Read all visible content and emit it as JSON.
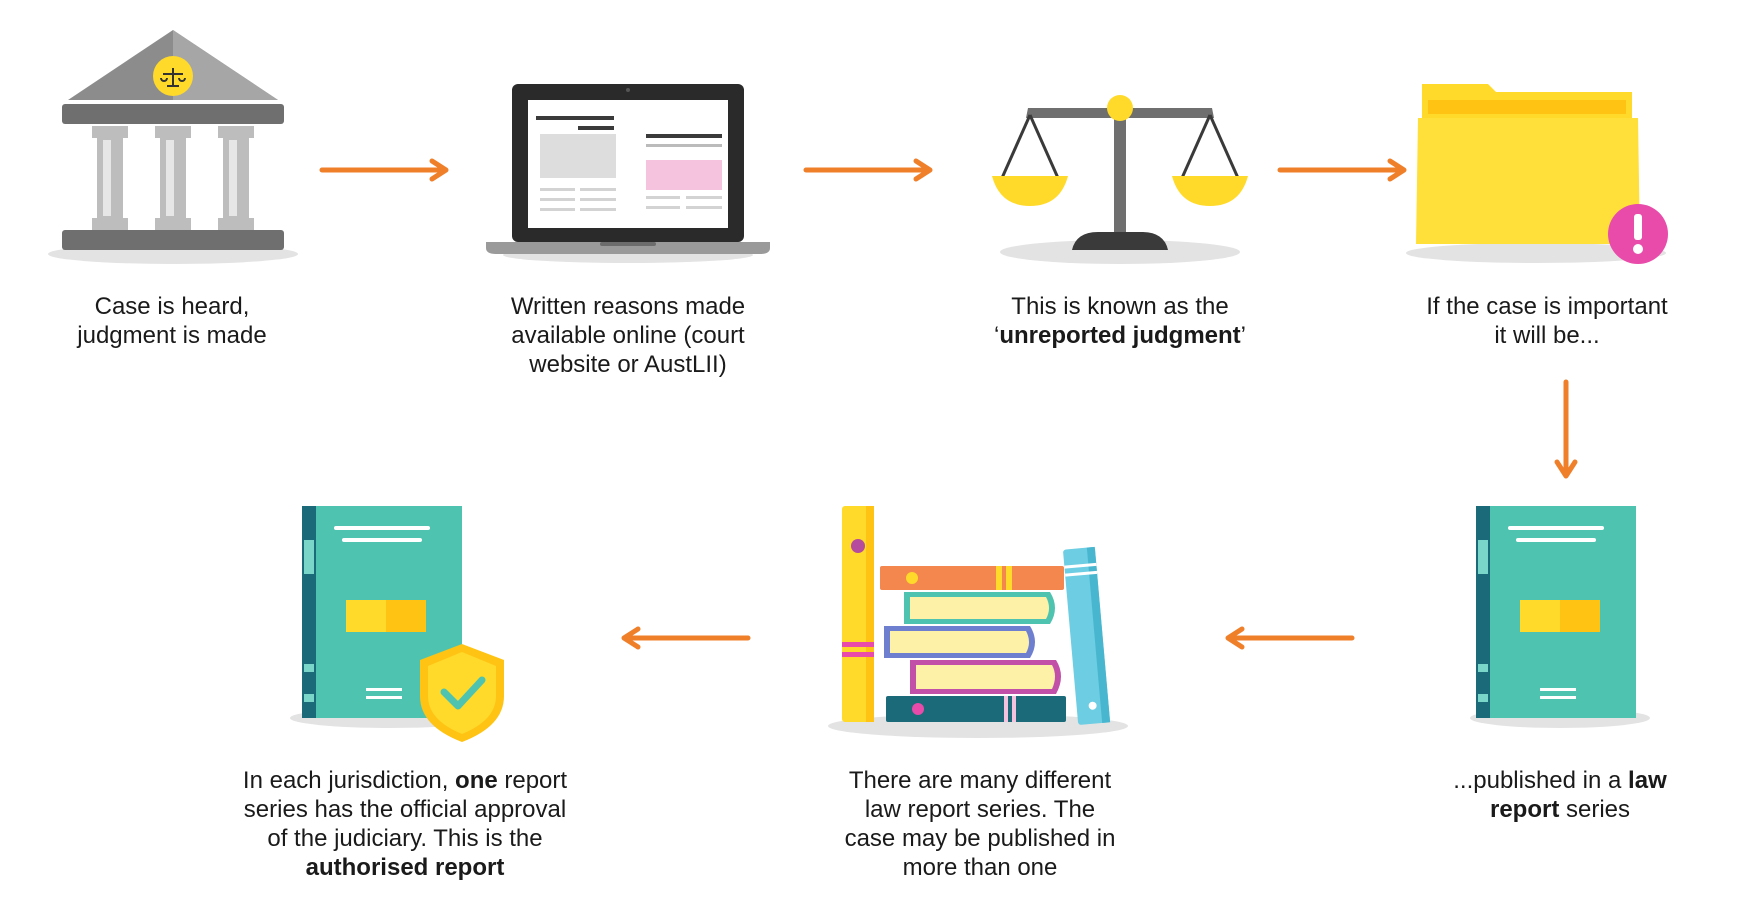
{
  "colors": {
    "arrow": "#f07f2a",
    "yellow": "#ffda2a",
    "teal": "#4ec4b0",
    "teal_dark": "#1a6a7a",
    "pink": "#e84ba9",
    "gray": "#8a8a8a"
  },
  "steps": [
    {
      "icon": "court-building-icon",
      "lines": [
        [
          {
            "t": "Case is heard,"
          }
        ],
        [
          {
            "t": "judgment is made"
          }
        ]
      ]
    },
    {
      "icon": "laptop-icon",
      "lines": [
        [
          {
            "t": "Written reasons made"
          }
        ],
        [
          {
            "t": "available online (court"
          }
        ],
        [
          {
            "t": "website or AustLII)"
          }
        ]
      ]
    },
    {
      "icon": "scales-icon",
      "lines": [
        [
          {
            "t": "This is known as the"
          }
        ],
        [
          {
            "t": "‘"
          },
          {
            "t": "unreported judgment",
            "b": true
          },
          {
            "t": "’"
          }
        ]
      ]
    },
    {
      "icon": "folder-alert-icon",
      "lines": [
        [
          {
            "t": "If the case is important"
          }
        ],
        [
          {
            "t": "it will be..."
          }
        ]
      ]
    },
    {
      "icon": "law-report-book-icon",
      "lines": [
        [
          {
            "t": "...published in a "
          },
          {
            "t": "law",
            "b": true
          }
        ],
        [
          {
            "t": "report",
            "b": true
          },
          {
            "t": " series"
          }
        ]
      ]
    },
    {
      "icon": "book-stack-icon",
      "lines": [
        [
          {
            "t": "There are many different"
          }
        ],
        [
          {
            "t": "law report series. The"
          }
        ],
        [
          {
            "t": "case may be published in"
          }
        ],
        [
          {
            "t": "more than one"
          }
        ]
      ]
    },
    {
      "icon": "authorised-report-icon",
      "lines": [
        [
          {
            "t": "In each jurisdiction, "
          },
          {
            "t": "one",
            "b": true
          },
          {
            "t": " report"
          }
        ],
        [
          {
            "t": "series has the official approval"
          }
        ],
        [
          {
            "t": "of the judiciary. This is the"
          }
        ],
        [
          {
            "t": "authorised report",
            "b": true
          }
        ]
      ]
    }
  ]
}
